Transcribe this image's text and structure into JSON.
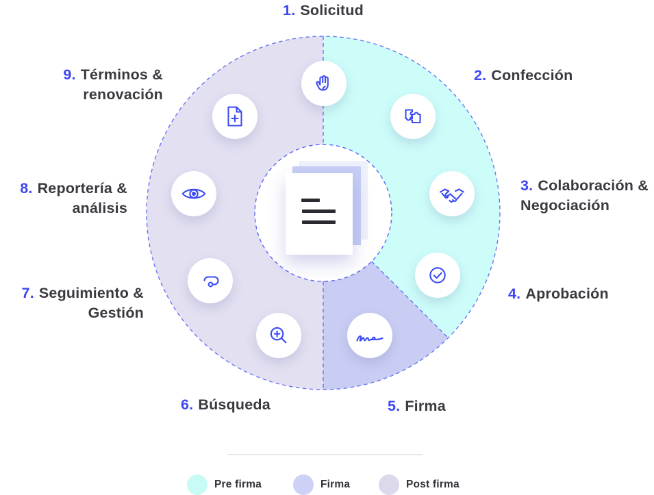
{
  "stages": [
    {
      "number": "1.",
      "line1": "Solicitud",
      "line2": "",
      "icon": "hand-icon"
    },
    {
      "number": "2.",
      "line1": "Confección",
      "line2": "",
      "icon": "puzzle-icon"
    },
    {
      "number": "3.",
      "line1": "Colaboración &",
      "line2": "Negociación",
      "icon": "handshake-icon"
    },
    {
      "number": "4.",
      "line1": "Aprobación",
      "line2": "",
      "icon": "check-circle-icon"
    },
    {
      "number": "5.",
      "line1": "Firma",
      "line2": "",
      "icon": "signature-icon"
    },
    {
      "number": "6.",
      "line1": "Búsqueda",
      "line2": "",
      "icon": "magnifier-plus-icon"
    },
    {
      "number": "7.",
      "line1": "Seguimiento &",
      "line2": "Gestión",
      "icon": "route-icon"
    },
    {
      "number": "8.",
      "line1": "Reportería &",
      "line2": "análisis",
      "icon": "eye-icon"
    },
    {
      "number": "9.",
      "line1": "Términos &",
      "line2": "renovación",
      "icon": "document-plus-icon"
    }
  ],
  "legend": {
    "items": [
      {
        "label": "Pre firma",
        "color": "#c7fbf3"
      },
      {
        "label": "Firma",
        "color": "#ccd1f5"
      },
      {
        "label": "Post firma",
        "color": "#ddd9ec"
      }
    ]
  },
  "colors": {
    "segment_pre": "#cdfdf9",
    "segment_firma": "#c9cdf3",
    "segment_post": "#e2e0f1",
    "dash_blue": "#5b66f3",
    "icon_stroke": "#3b4af2",
    "number_blue": "#3d46f1",
    "text_dark": "#3a3940",
    "legend_text": "#323138",
    "doc_back": "#eef0fb",
    "doc_mid": "#c6cef5",
    "doc_lines": "#2b2a31",
    "divider_gray": "#e8e8e8"
  },
  "diagram": {
    "type": "circular-process",
    "phases": [
      {
        "name": "Pre firma",
        "angle_start_deg": 0,
        "angle_end_deg": 135,
        "stage_numbers": [
          1,
          2,
          3,
          4
        ]
      },
      {
        "name": "Firma",
        "angle_start_deg": 135,
        "angle_end_deg": 180,
        "stage_numbers": [
          5
        ]
      },
      {
        "name": "Post firma",
        "angle_start_deg": 180,
        "angle_end_deg": 360,
        "stage_numbers": [
          6,
          7,
          8,
          9
        ]
      }
    ]
  }
}
